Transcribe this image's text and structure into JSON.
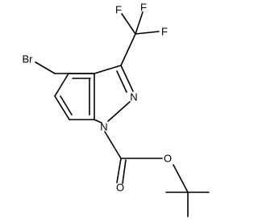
{
  "molecule": {
    "atoms": {
      "br": "Br",
      "n1": "N",
      "n2": "N",
      "o_carbonyl": "O",
      "o_ester": "O",
      "f1": "F",
      "f2": "F",
      "f3": "F"
    }
  }
}
